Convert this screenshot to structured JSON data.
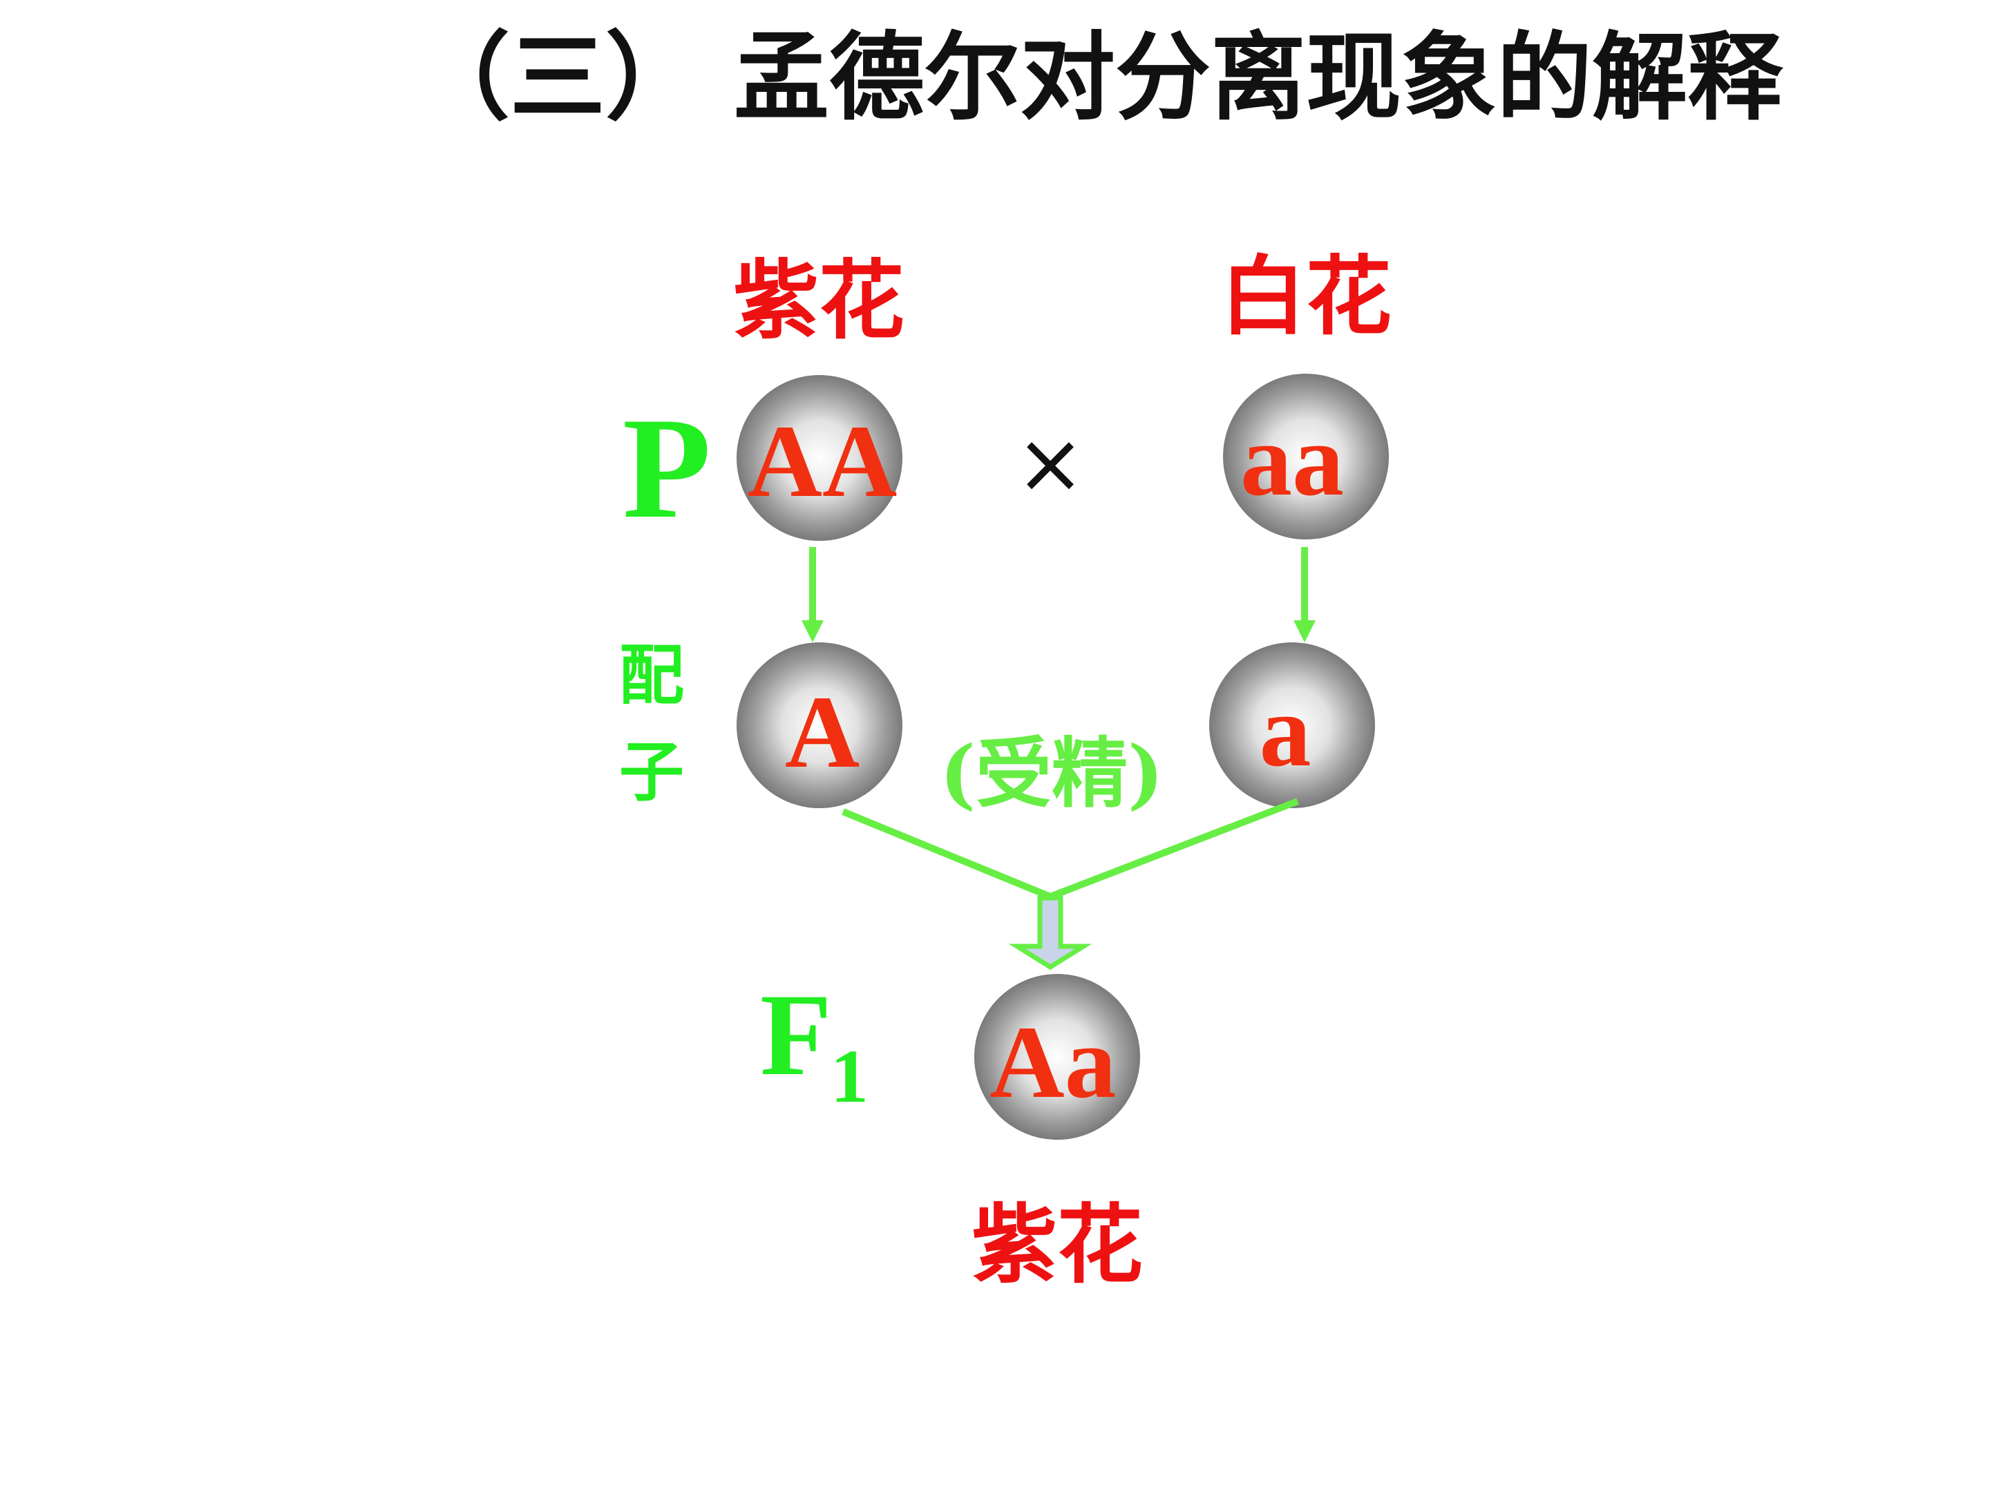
{
  "title": "（三） 孟德尔对分离现象的解释",
  "colors": {
    "red": "#ee1111",
    "allele": "#f03010",
    "green": "#22ee22",
    "arrow": "#66ee44",
    "black": "#111111"
  },
  "parents": {
    "generation_label": "P",
    "cross_symbol": "×",
    "left": {
      "phenotype": "紫花",
      "genotype": "AA"
    },
    "right": {
      "phenotype": "白花",
      "genotype": "aa"
    }
  },
  "gametes": {
    "label_line1": "配",
    "label_line2": "子",
    "left": "A",
    "right": "a",
    "fertilization": "(受精)"
  },
  "offspring": {
    "generation_label": "F",
    "generation_subscript": "1",
    "genotype": "Aa",
    "phenotype": "紫花"
  }
}
